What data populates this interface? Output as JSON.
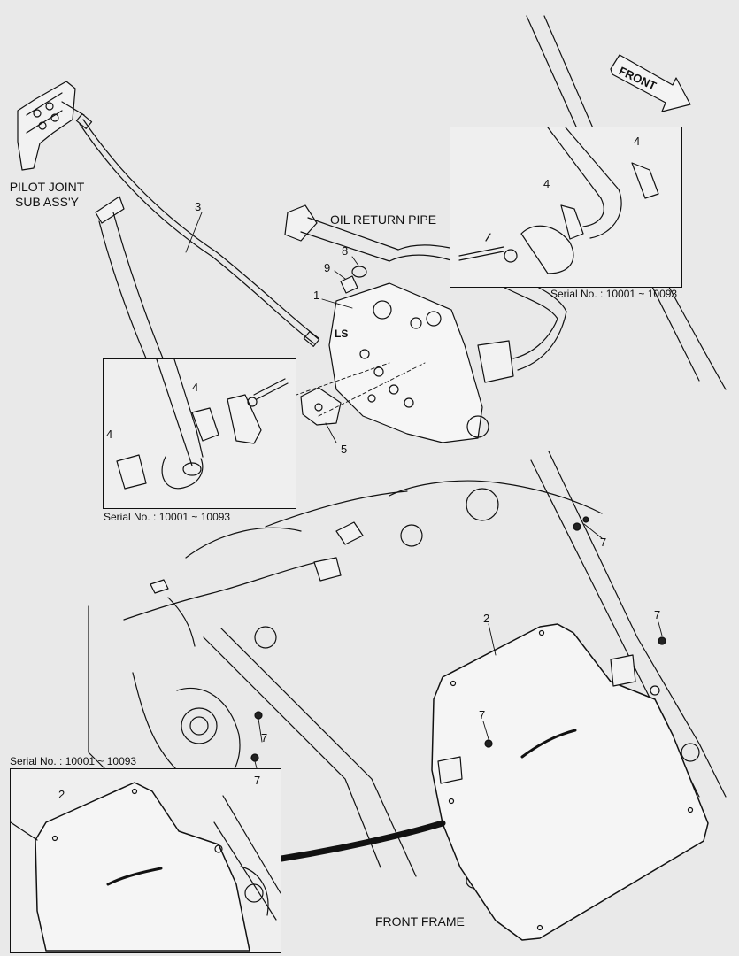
{
  "labels": {
    "pilot_joint": "PILOT JOINT\nSUB ASS'Y",
    "oil_return_pipe": "OIL RETURN PIPE",
    "front_arrow": "FRONT",
    "front_frame": "FRONT FRAME",
    "valve_ls": "LS"
  },
  "serial_notes": {
    "top_right": "Serial No. : 10001 ~ 10093",
    "middle_left": "Serial No. : 10001 ~ 10093",
    "bottom_left": "Serial No. : 10001 ~ 10093"
  },
  "callouts": {
    "c1": "1",
    "c2_main": "2",
    "c2_inset": "2",
    "c3": "3",
    "c4_tr_a": "4",
    "c4_tr_b": "4",
    "c4_ml_a": "4",
    "c4_ml_b": "4",
    "c5": "5",
    "c7_a": "7",
    "c7_b": "7",
    "c7_c": "7",
    "c7_d": "7",
    "c7_e": "7",
    "c8": "8",
    "c9": "9"
  },
  "colors": {
    "background": "#e9e9e9",
    "line": "#111111",
    "inset_fill": "#efefef"
  }
}
